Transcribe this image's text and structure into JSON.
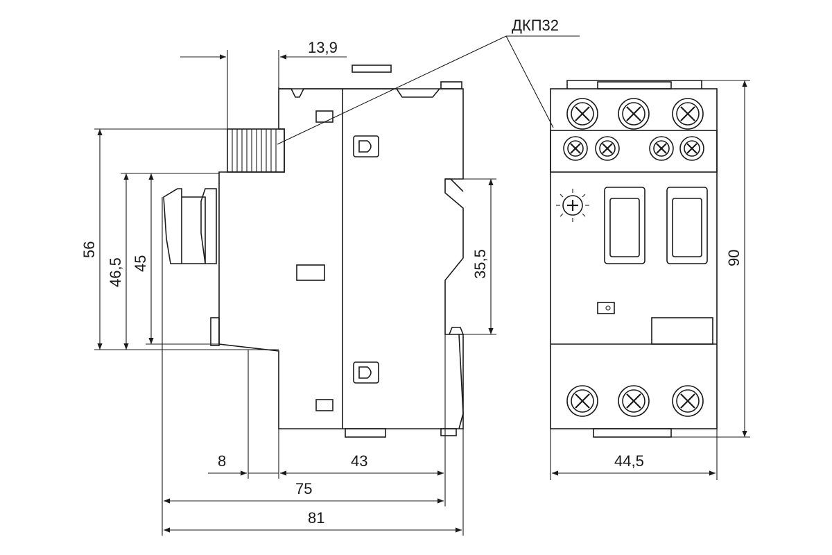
{
  "labels": {
    "model": "ДКП32",
    "dims": {
      "d13_9": "13,9",
      "d56": "56",
      "d46_5": "46,5",
      "d45": "45",
      "d35_5": "35,5",
      "d8": "8",
      "d43": "43",
      "d75": "75",
      "d81": "81",
      "d90": "90",
      "d44_5": "44,5"
    }
  }
}
